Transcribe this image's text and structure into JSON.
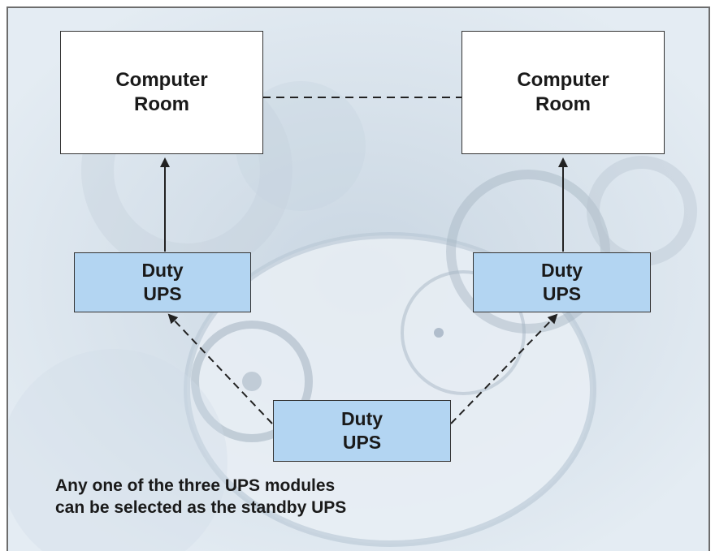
{
  "rooms": [
    {
      "line1": "Computer",
      "line2": "Room"
    },
    {
      "line1": "Computer",
      "line2": "Room"
    }
  ],
  "ups": [
    {
      "line1": "Duty",
      "line2": "UPS"
    },
    {
      "line1": "Duty",
      "line2": "UPS"
    },
    {
      "line1": "Duty",
      "line2": "UPS"
    }
  ],
  "caption": {
    "line1": "Any one of the three UPS modules",
    "line2": "can be selected as the standby UPS"
  },
  "colors": {
    "background": "#dfe8f0",
    "room_fill": "#ffffff",
    "ups_fill": "#b3d5f2",
    "line": "#222222"
  }
}
